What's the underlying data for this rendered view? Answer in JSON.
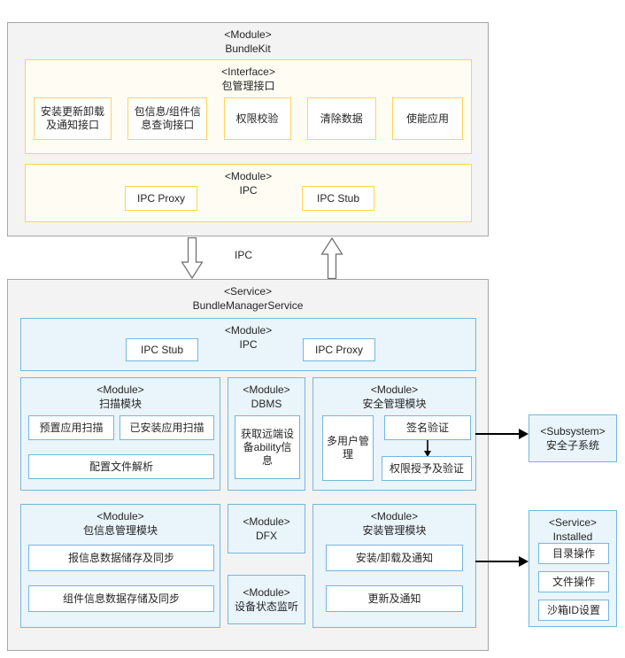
{
  "diagram": {
    "bundlekit": {
      "type": "<Module>",
      "name": "BundleKit",
      "interface": {
        "type": "<Interface>",
        "name": "包管理接口",
        "items": [
          "安装更新卸载及通知接口",
          "包信息/组件信息查询接口",
          "权限校验",
          "清除数据",
          "使能应用"
        ]
      },
      "ipc": {
        "type": "<Module>",
        "name": "IPC",
        "proxy": "IPC Proxy",
        "stub": "IPC Stub"
      }
    },
    "connector_label": "IPC",
    "service": {
      "type": "<Service>",
      "name": "BundleManagerService",
      "ipc": {
        "type": "<Module>",
        "name": "IPC",
        "stub": "IPC Stub",
        "proxy": "IPC Proxy"
      },
      "scan": {
        "type": "<Module>",
        "name": "扫描模块",
        "items": [
          "预置应用扫描",
          "已安装应用扫描",
          "配置文件解析"
        ]
      },
      "dbms": {
        "type": "<Module>",
        "name": "DBMS",
        "items": [
          "获取远端设备ability信息"
        ]
      },
      "security": {
        "type": "<Module>",
        "name": "安全管理模块",
        "multi_user": "多用户管理",
        "signature": "签名验证",
        "permission": "权限授予及验证"
      },
      "pkg_info": {
        "type": "<Module>",
        "name": "包信息管理模块",
        "items": [
          "报信息数据储存及同步",
          "组件信息数据存储及同步"
        ]
      },
      "dfx": {
        "type": "<Module>",
        "name": "DFX"
      },
      "device_state": {
        "type": "<Module>",
        "name": "设备状态监听"
      },
      "install": {
        "type": "<Module>",
        "name": "安装管理模块",
        "items": [
          "安装/卸载及通知",
          "更新及通知"
        ]
      }
    },
    "security_subsystem": {
      "type": "<Subsystem>",
      "name": "安全子系统"
    },
    "installed_service": {
      "type": "<Service>",
      "name": "Installed",
      "items": [
        "目录操作",
        "文件操作",
        "沙箱ID设置"
      ]
    }
  }
}
